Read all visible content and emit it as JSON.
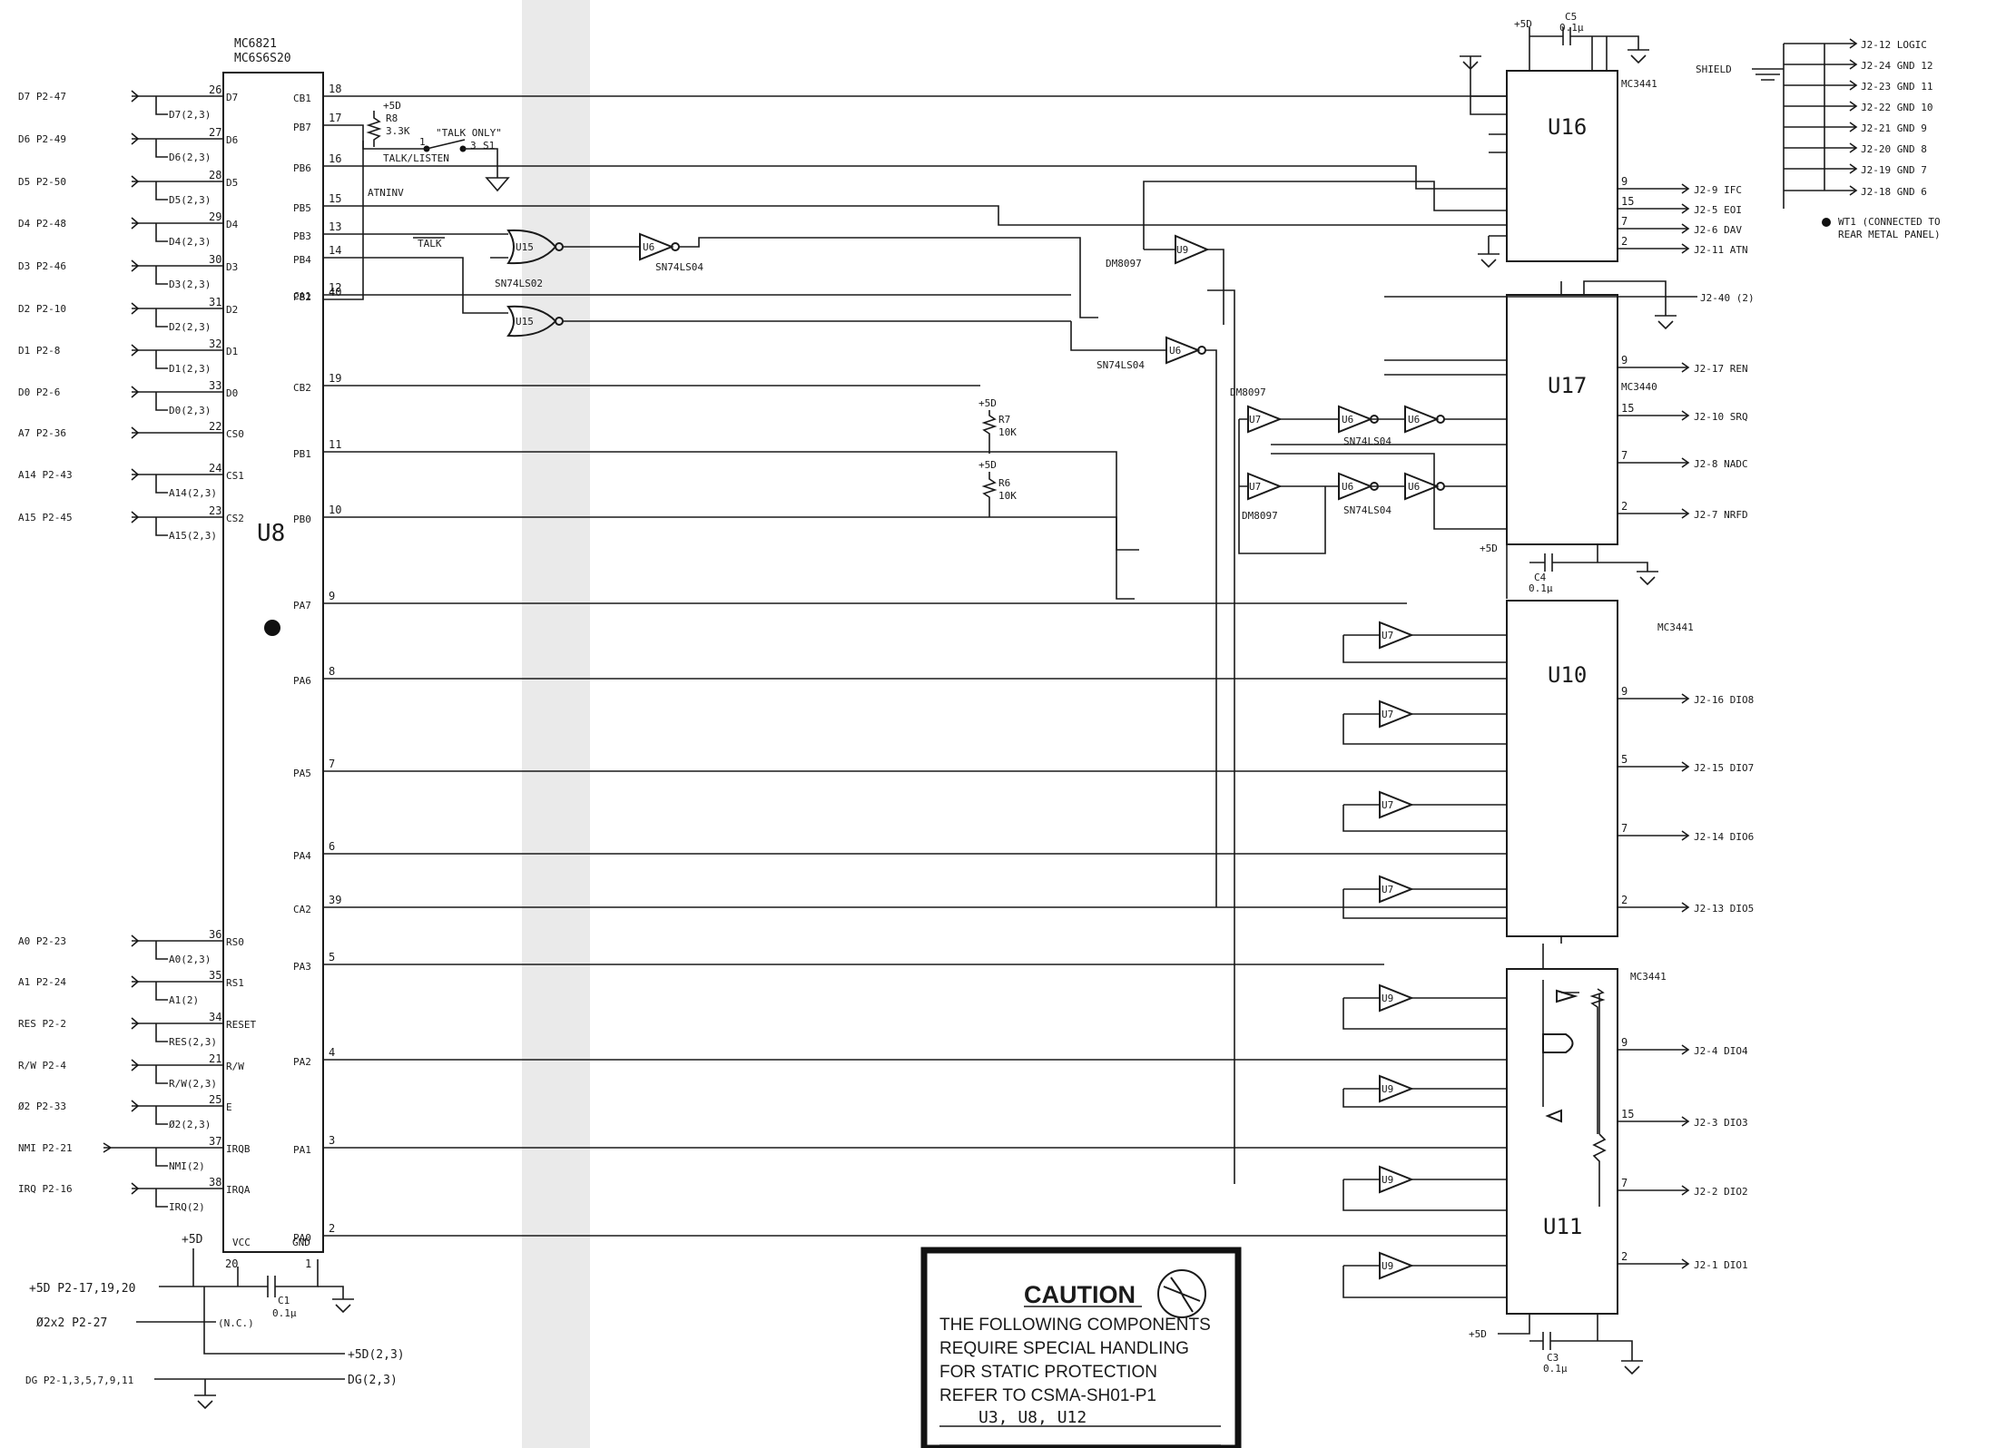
{
  "u8": {
    "ref": "U8",
    "part1": "MC6821",
    "part2": "MC6S6S20",
    "left_pins": [
      {
        "num": "26",
        "name": "D7",
        "net": "D7  P2-47",
        "sub": "D7(2,3)"
      },
      {
        "num": "27",
        "name": "D6",
        "net": "D6  P2-49",
        "sub": "D6(2,3)"
      },
      {
        "num": "28",
        "name": "D5",
        "net": "D5  P2-50",
        "sub": "D5(2,3)"
      },
      {
        "num": "29",
        "name": "D4",
        "net": "D4  P2-48",
        "sub": "D4(2,3)"
      },
      {
        "num": "30",
        "name": "D3",
        "net": "D3  P2-46",
        "sub": "D3(2,3)"
      },
      {
        "num": "31",
        "name": "D2",
        "net": "D2  P2-10",
        "sub": "D2(2,3)"
      },
      {
        "num": "32",
        "name": "D1",
        "net": "D1  P2-8",
        "sub": "D1(2,3)"
      },
      {
        "num": "33",
        "name": "D0",
        "net": "D0  P2-6",
        "sub": "D0(2,3)"
      },
      {
        "num": "22",
        "name": "CS0",
        "net": "A7  P2-36",
        "sub": ""
      },
      {
        "num": "24",
        "name": "CS1",
        "net": "A14  P2-43",
        "sub": "A14(2,3)"
      },
      {
        "num": "23",
        "name": "CS2",
        "net": "A15  P2-45",
        "sub": "A15(2,3)"
      },
      {
        "num": "36",
        "name": "RS0",
        "net": "A0  P2-23",
        "sub": "A0(2,3)"
      },
      {
        "num": "35",
        "name": "RS1",
        "net": "A1  P2-24",
        "sub": "A1(2)"
      },
      {
        "num": "34",
        "name": "RESET",
        "net": "RES  P2-2",
        "sub": "RES(2,3)"
      },
      {
        "num": "21",
        "name": "R/W",
        "net": "R/W  P2-4",
        "sub": "R/W(2,3)"
      },
      {
        "num": "25",
        "name": "E",
        "net": "Ø2  P2-33",
        "sub": "Ø2(2,3)"
      },
      {
        "num": "37",
        "name": "IRQB",
        "net": "NMI  P2-21",
        "sub": "NMI(2)"
      },
      {
        "num": "38",
        "name": "IRQA",
        "net": "IRQ  P2-16",
        "sub": "IRQ(2)"
      }
    ],
    "right_pins": [
      {
        "num": "18",
        "name": "CB1"
      },
      {
        "num": "17",
        "name": "PB7"
      },
      {
        "num": "16",
        "name": "PB6"
      },
      {
        "num": "15",
        "name": "PB5"
      },
      {
        "num": "13",
        "name": "PB3"
      },
      {
        "num": "14",
        "name": "PB4"
      },
      {
        "num": "12",
        "name": "PB2"
      },
      {
        "num": "40",
        "name": "CA1"
      },
      {
        "num": "19",
        "name": "CB2"
      },
      {
        "num": "11",
        "name": "PB1"
      },
      {
        "num": "10",
        "name": "PB0"
      },
      {
        "num": "9",
        "name": "PA7"
      },
      {
        "num": "8",
        "name": "PA6"
      },
      {
        "num": "7",
        "name": "PA5"
      },
      {
        "num": "6",
        "name": "PA4"
      },
      {
        "num": "39",
        "name": "CA2"
      },
      {
        "num": "5",
        "name": "PA3"
      },
      {
        "num": "4",
        "name": "PA2"
      },
      {
        "num": "3",
        "name": "PA1"
      },
      {
        "num": "2",
        "name": "PA0"
      }
    ],
    "vcc_label": "VCC",
    "gnd_label": "GND",
    "vcc_pin": "20",
    "gnd_pin": "1"
  },
  "power": {
    "p50": "+5D",
    "p50_net": "+5D P2-17,19,20",
    "clk_net": "Ø2x2  P2-27",
    "clk_nc": "(N.C.)",
    "p50_out": "+5D(2,3)",
    "dg_net": "DG  P2-1,3,5,7,9,11",
    "dg_out": "DG(2,3)",
    "c1": "C1",
    "c1_val": "0.1µ"
  },
  "switch": {
    "r28": "R8",
    "r28_val": "3.3K",
    "plus": "+5D",
    "talk_only": "\"TALK ONLY\"",
    "talk_listen": "TALK/LISTEN",
    "s1": "S1",
    "p1": "1",
    "p3": "3",
    "atninv": "ATNINV",
    "talk": "TALK"
  },
  "gates": {
    "u15a": "U15",
    "u15b": "U15",
    "u15_type": "SN74LS02",
    "u6a": "U6",
    "u6a_type": "SN74LS04",
    "u9a": "U9",
    "u9a_type": "DM8097",
    "u6b": "U6",
    "u6b_type": "SN74LS04",
    "u7a": "U7",
    "u7b": "U7",
    "u7_type": "DM8097",
    "u6c": "U6",
    "u6d": "U6",
    "u6e": "U6",
    "u6f": "U6",
    "u6cd_type": "SN74LS04",
    "u7_list": [
      "U7",
      "U7",
      "U7",
      "U7"
    ],
    "u9_list": [
      "U9",
      "U9",
      "U9",
      "U9"
    ],
    "dm8097": "DM8097",
    "r27": "R7",
    "r27_val": "10K",
    "r26": "R6",
    "r26_val": "10K",
    "r_plus": "+5D"
  },
  "u16": {
    "ref": "U16",
    "type": "MC3441",
    "c5": "C5",
    "c5_val": "0.1µ",
    "plus": "+5D",
    "outputs": [
      {
        "pin": "9",
        "label": "J2-9  IFC"
      },
      {
        "pin": "15",
        "label": "J2-5  EOI"
      },
      {
        "pin": "7",
        "label": "J2-6  DAV"
      },
      {
        "pin": "2",
        "label": "J2-11  ATN"
      }
    ]
  },
  "u17": {
    "ref": "U17",
    "type": "MC3440",
    "outputs": [
      {
        "pin": "9",
        "label": "J2-17  REN"
      },
      {
        "pin": "15",
        "label": "J2-10  SRQ"
      },
      {
        "pin": "7",
        "label": "J2-8  NADC"
      },
      {
        "pin": "2",
        "label": "J2-7  NRFD"
      }
    ],
    "j2_40": "J2-40 (2)",
    "c4": "C4",
    "c4_val": "0.1µ",
    "plus": "+5D"
  },
  "u10": {
    "ref": "U10",
    "type": "MC3441",
    "outputs": [
      {
        "pin": "9",
        "label": "J2-16  DIO8"
      },
      {
        "pin": "5",
        "label": "J2-15  DIO7"
      },
      {
        "pin": "7",
        "label": "J2-14  DIO6"
      },
      {
        "pin": "2",
        "label": "J2-13  DIO5"
      }
    ]
  },
  "u11": {
    "ref": "U11",
    "type": "MC3441",
    "outputs": [
      {
        "pin": "9",
        "label": "J2-4  DIO4"
      },
      {
        "pin": "15",
        "label": "J2-3  DIO3"
      },
      {
        "pin": "7",
        "label": "J2-2  DIO2"
      },
      {
        "pin": "2",
        "label": "J2-1  DIO1"
      }
    ],
    "c3": "C3",
    "c3_val": "0.1µ",
    "plus": "+5D"
  },
  "shield": {
    "label": "SHIELD",
    "nets": [
      "J2-12  LOGIC",
      "J2-24  GND 12",
      "J2-23  GND 11",
      "J2-22  GND 10",
      "J2-21  GND 9",
      "J2-20  GND 8",
      "J2-19  GND 7",
      "J2-18  GND 6"
    ],
    "wt1": "WT1  (CONNECTED TO",
    "wt1b": "REAR METAL PANEL)"
  },
  "caution": {
    "title": "CAUTION",
    "line1": "THE FOLLOWING COMPONENTS",
    "line2": "REQUIRE SPECIAL HANDLING",
    "line3": "FOR STATIC PROTECTION",
    "line4": "REFER TO CSMA-SH01-P1",
    "refs": "U3, U8, U12"
  }
}
